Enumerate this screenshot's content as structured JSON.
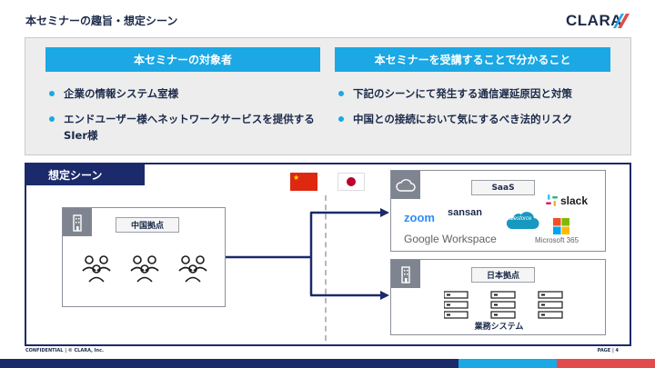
{
  "header": {
    "title": "本セミナーの趣旨・想定シーン",
    "logo_text": "CLARA"
  },
  "summary": {
    "left_header": "本セミナーの対象者",
    "left_bullets": [
      "企業の情報システム室様",
      "エンドユーザー様へネットワークサービスを提供するSIer様"
    ],
    "right_header": "本セミナーを受講することで分かること",
    "right_bullets": [
      "下記のシーンにて発生する通信遅延原因と対策",
      "中国との接続において気にするべき法的リスク"
    ]
  },
  "scenario": {
    "label": "想定シーン",
    "china_office": "中国拠点",
    "saas_title": "SaaS",
    "saas_logos": {
      "zoom": "zoom",
      "sansan": "sansan",
      "salesforce": "salesforce",
      "slack": "slack",
      "google": "Google Workspace",
      "microsoft": "Microsoft 365"
    },
    "japan_office": "日本拠点",
    "business_system": "業務システム"
  },
  "footer": {
    "confidential": "CONFIDENTIAL | © CLARA, Inc.",
    "page": "PAGE | 4"
  },
  "colors": {
    "accent": "#1ba8e4",
    "navy": "#1b2a6a",
    "china_red": "#de2910",
    "japan_red": "#bc002d"
  }
}
